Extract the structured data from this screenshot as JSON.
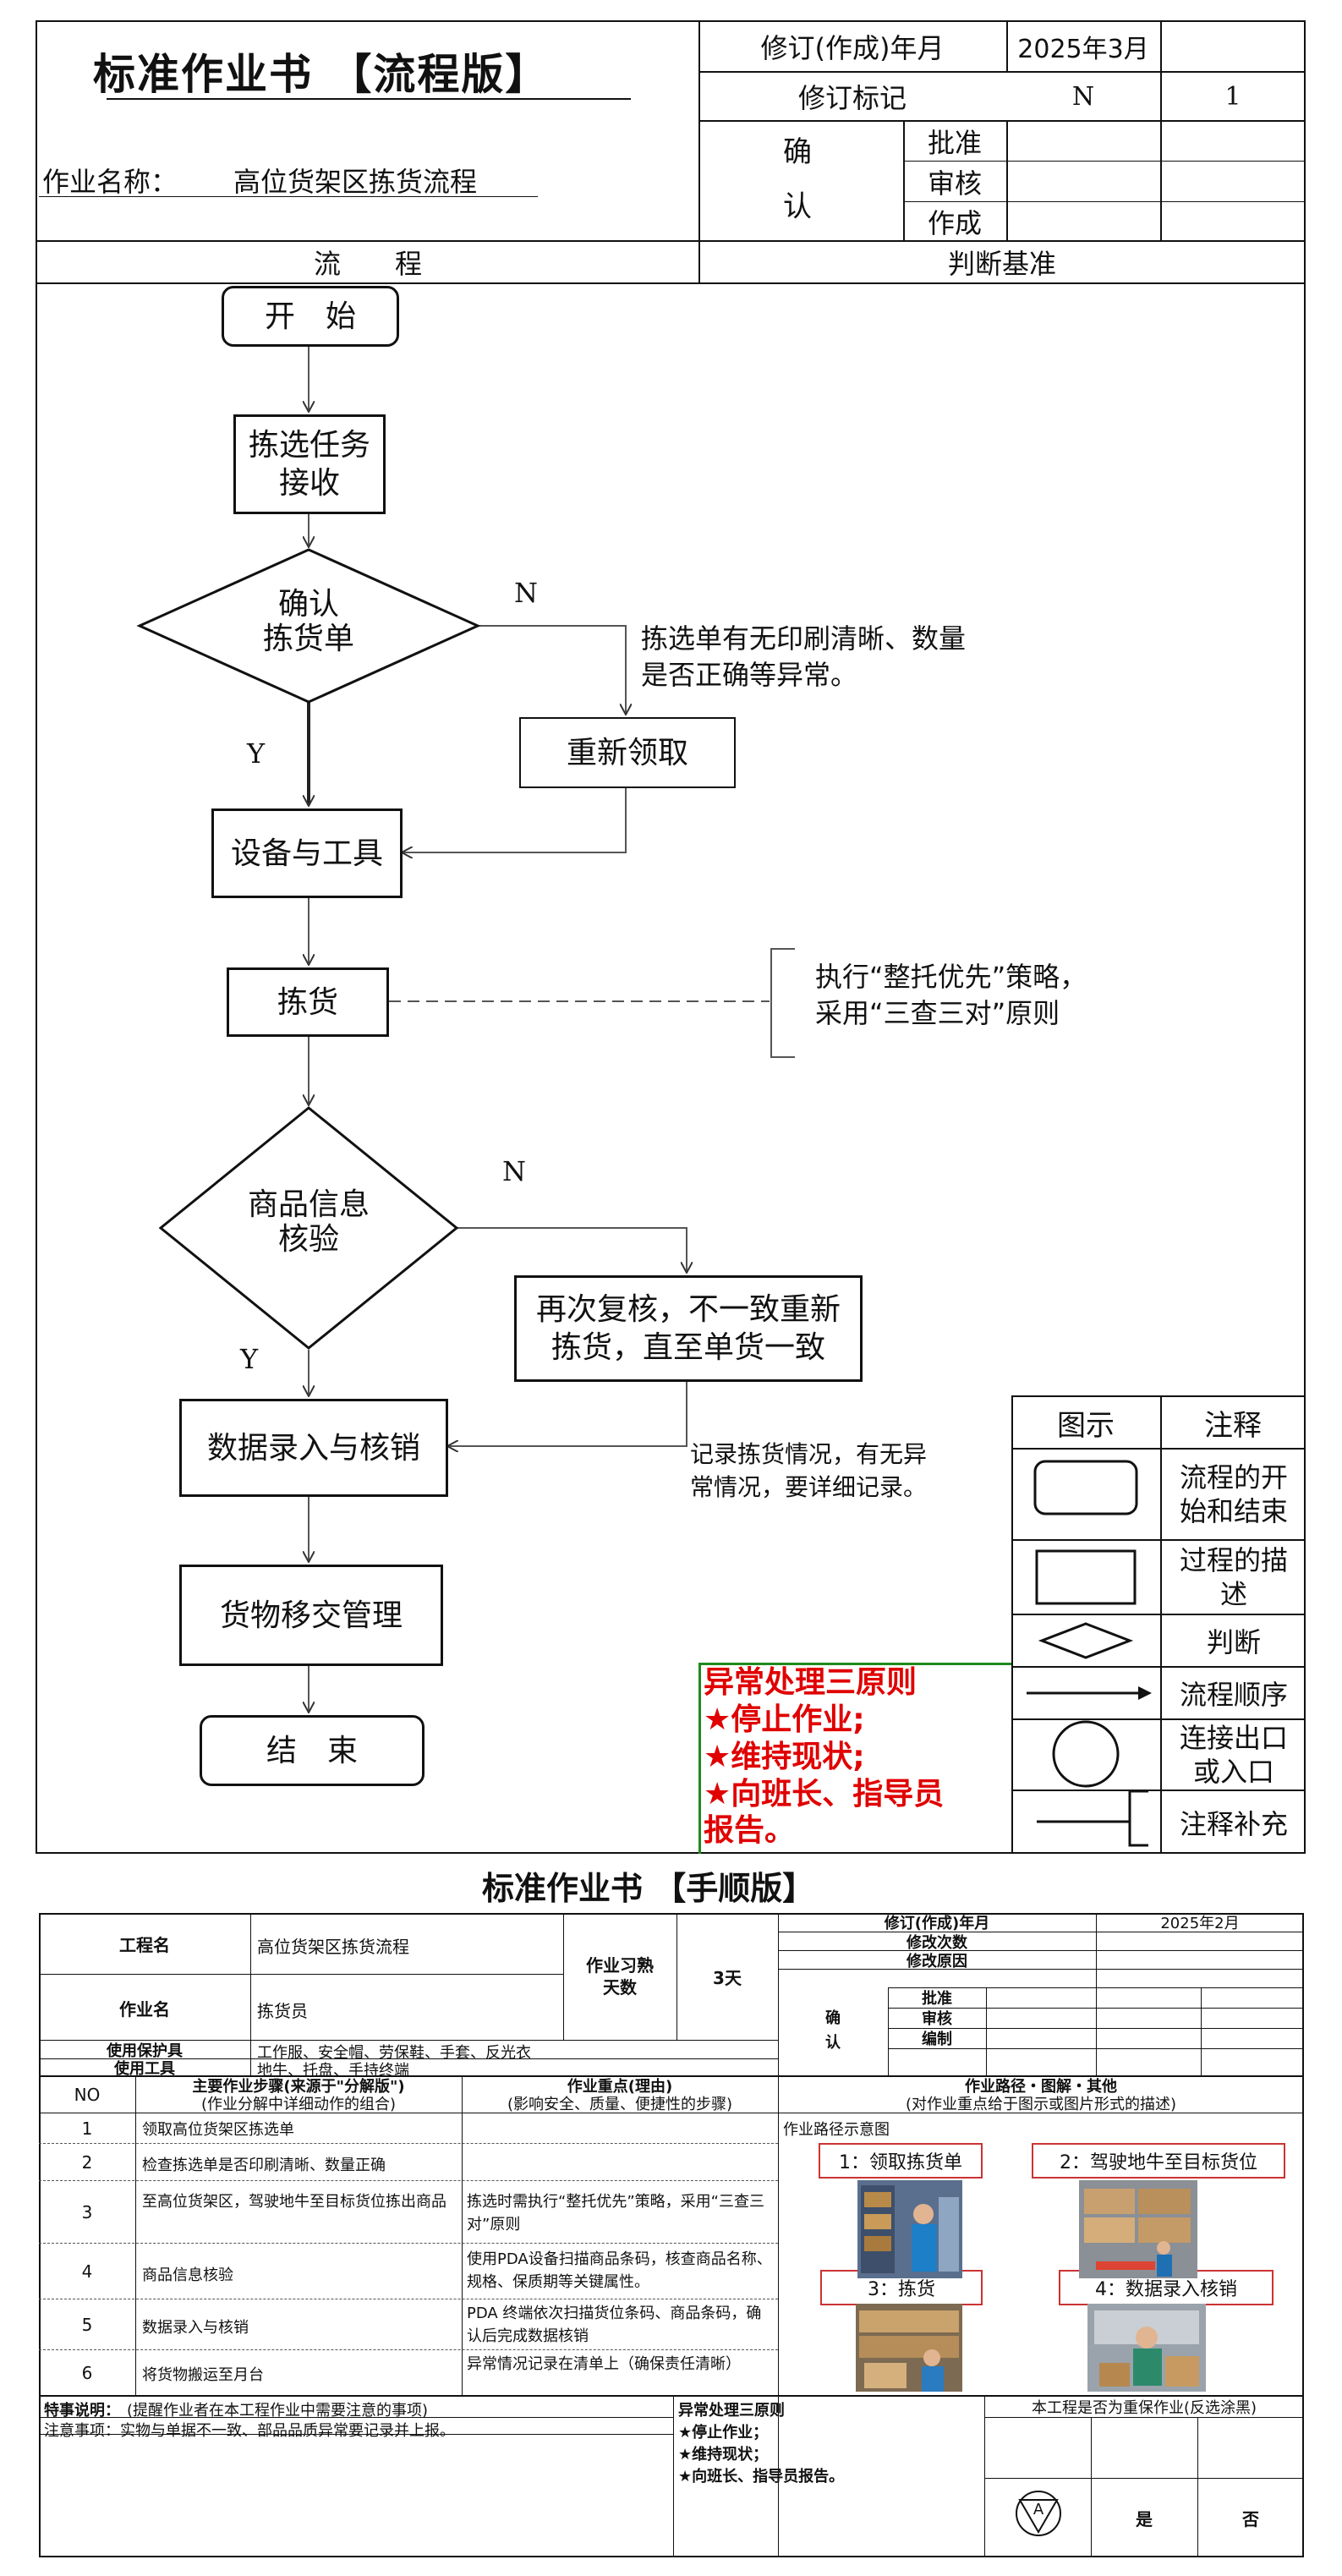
{
  "sop1": {
    "title": "标准作业书 【流程版】",
    "job_name_label": "作业名称：",
    "job_name_value": "高位货架区拣货流程",
    "revision_label": "修订(作成)年月",
    "revision_value": "2025年3月",
    "revision_mark_label": "修订标记",
    "revision_mark_value": "N",
    "revision_mark_number": "1",
    "confirm_label": "确 认",
    "approve_label": "批准",
    "review_label": "审核",
    "create_label": "作成",
    "col_flow": "流　　程",
    "col_criteria": "判断基准"
  },
  "flow": {
    "start": "开　始",
    "task_receive": "拣选任务\n接收",
    "confirm_list": "确认\n拣货单",
    "n_label_1": "N",
    "y_label_1": "Y",
    "note_list_check": "拣选单有无印刷清晰、数量\n是否正确等异常。",
    "re_obtain": "重新领取",
    "equipment": "设备与工具",
    "picking": "拣货",
    "note_picking": "执行“整托优先”策略，\n采用“三查三对”原则",
    "verify": "商品信息\n核验",
    "n_label_2": "N",
    "y_label_2": "Y",
    "recheck": "再次复核，不一致重新\n拣货，直至单货一致",
    "data_entry": "数据录入与核销",
    "note_data": "记录拣货情况，有无异\n常情况，要详细记录。",
    "handover": "货物移交管理",
    "end": "结　束",
    "exception_title": "异常处理三原则",
    "exception_1": "★停止作业;",
    "exception_2": "★维持现状;",
    "exception_3": "★向班长、指导员\n报告。"
  },
  "legend": {
    "col_icon": "图示",
    "col_note": "注释",
    "items": [
      {
        "icon": "rounded-rect",
        "text": "流程的开\n始和结束"
      },
      {
        "icon": "rect",
        "text": "过程的描\n述"
      },
      {
        "icon": "diamond",
        "text": "判断"
      },
      {
        "icon": "arrow",
        "text": "流程顺序"
      },
      {
        "icon": "circle",
        "text": "连接出口\n或入口"
      },
      {
        "icon": "bracket",
        "text": "注释补充"
      }
    ]
  },
  "sop2": {
    "title": "标准作业书 【手顺版】",
    "project_label": "工程名",
    "project_value": "高位货架区拣货流程",
    "job_label": "作业名",
    "job_value": "拣货员",
    "practice_label": "作业习熟\n天数",
    "practice_value": "3天",
    "ppe_label": "使用保护具",
    "ppe_value": "工作服、安全帽、劳保鞋、手套、反光衣",
    "tools_label": "使用工具",
    "tools_value": "地牛、托盘、手持终端",
    "revision_label": "修订(作成)年月",
    "revision_value": "2025年2月",
    "revision_count_label": "修改次数",
    "revision_reason_label": "修改原因",
    "confirm_label": "确\n认",
    "approve_label": "批准",
    "review_label": "审核",
    "edit_label": "编制",
    "col_no": "NO",
    "col_steps": "主要作业步骤(来源于\"分解版\")",
    "col_steps_sub": "(作业分解中详细动作的组合)",
    "col_key": "作业重点(理由)",
    "col_key_sub": "(影响安全、质量、便捷性的步骤)",
    "col_path": "作业路径・图解・其他",
    "col_path_sub": "(对作业重点给于图示或图片形式的描述)",
    "path_title": "作业路径示意图",
    "steps": [
      {
        "no": "1",
        "step": "领取高位货架区拣选单",
        "key": ""
      },
      {
        "no": "2",
        "step": "检查拣选单是否印刷清晰、数量正确",
        "key": ""
      },
      {
        "no": "3",
        "step": "至高位货架区，驾驶地牛至目标货位拣出商品",
        "key": "拣选时需执行“整托优先”策略，采用“三查三对”原则"
      },
      {
        "no": "4",
        "step": "商品信息核验",
        "key": "使用PDA设备扫描商品条码，核查商品名称、规格、保质期等关键属性。"
      },
      {
        "no": "5",
        "step": "数据录入与核销",
        "key": "PDA 终端依次扫描货位条码、商品条码，确认后完成数据核销"
      },
      {
        "no": "6",
        "step": "将货物搬运至月台",
        "key": "异常情况记录在清单上（确保责任清晰）"
      }
    ],
    "photos": [
      {
        "caption": "1：领取拣货单"
      },
      {
        "caption": "2：驾驶地牛至目标货位"
      },
      {
        "caption": "3：拣货"
      },
      {
        "caption": "4：数据录入核销"
      }
    ],
    "special_label": "特事说明：",
    "special_text": "(提醒作业者在本工程作业中需要注意的事项)",
    "notice_text": "注意事项：实物与单据不一致、部品品质异常要记录并上报。",
    "exc_title": "异常处理三原则",
    "exc_1": "★停止作业；",
    "exc_2": "★维持现状；",
    "exc_3": "★向班长、指导员报告。",
    "important_label": "本工程是否为重保作业(反选涂黑)",
    "a_mark": "A",
    "yes": "是",
    "no": "否"
  },
  "colors": {
    "exception_red": "#e00000",
    "frame_green": "#1f8a1f",
    "photo_border": "#cc3333"
  }
}
